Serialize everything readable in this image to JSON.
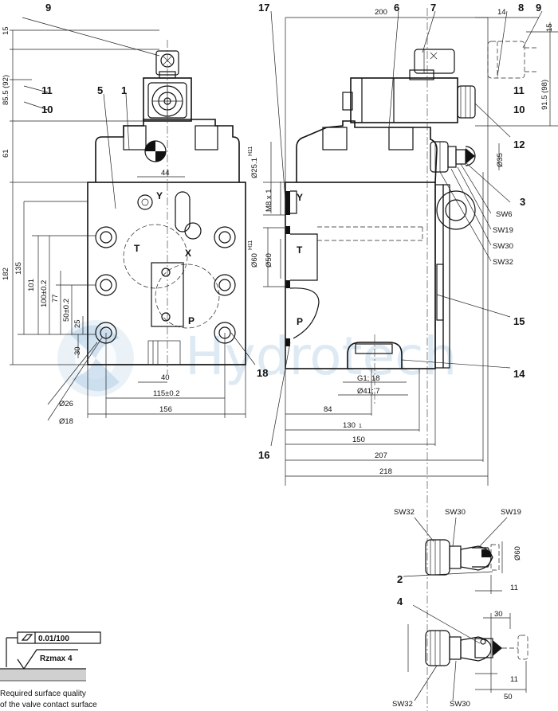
{
  "watermark": "Hydrotech",
  "callouts": {
    "c1": "1",
    "c2": "2",
    "c3": "3",
    "c4": "4",
    "c5": "5",
    "c6": "6",
    "c7": "7",
    "c8": "8",
    "c9_left": "9",
    "c9_right": "9",
    "c10_left": "10",
    "c10_right": "10",
    "c11_left": "11",
    "c11_right": "11",
    "c12": "12",
    "c14": "14",
    "c15": "15",
    "c16": "16",
    "c17": "17",
    "c18": "18"
  },
  "ports": {
    "y_left": "Y",
    "t_left": "T",
    "x_left": "X",
    "p_left": "P",
    "y_right": "Y",
    "t_right": "T",
    "p_right": "P"
  },
  "dims": {
    "d15_left": "15",
    "d85": "85.5 (92)",
    "d61": "61",
    "d182": "182",
    "d135": "135",
    "d101": "101",
    "d100": "100±0.2",
    "d77": "77",
    "d50": "50±0.2",
    "d25": "25",
    "d30_left": "30",
    "d44": "44",
    "d40": "40",
    "d115": "115±0.2",
    "d156": "156",
    "d26": "Ø26",
    "d18": "Ø18",
    "d200": "200",
    "d14": "14",
    "d15_right": "15",
    "d915": "91.5 (98)",
    "d25_1": "Ø25.1",
    "d25_1_tol": "H11",
    "m8": "M8 x 1",
    "d60_v": "Ø60",
    "d60_tol": "H11",
    "d50_v": "Ø50",
    "d35": "Ø35",
    "sw6": "SW6",
    "sw19": "SW19",
    "sw30": "SW30",
    "sw32": "SW32",
    "g1": "G1; 18",
    "d41": "Ø41; 7",
    "d84": "84",
    "d130": "130",
    "d130_tol": "1",
    "d150": "150",
    "d207": "207",
    "d218": "218",
    "sw32_b": "SW32",
    "sw30_b": "SW30",
    "sw19_b": "SW19",
    "d60_b": "Ø60",
    "d11_b": "11",
    "d30_c": "30",
    "d11_c": "11",
    "d50_c": "50",
    "sw32_c": "SW32",
    "sw30_c": "SW30"
  },
  "surface": {
    "flatness": "0.01/100",
    "roughness": "Rzmax 4",
    "caption_line1": "Required surface quality",
    "caption_line2": "of the valve contact surface"
  }
}
